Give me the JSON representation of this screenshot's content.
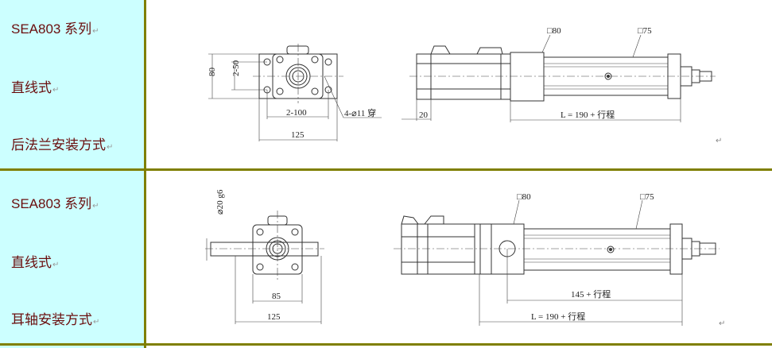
{
  "rows": [
    {
      "series": "SEA803 系列",
      "type": "直线式",
      "mount": "后法兰安装方式",
      "dims": {
        "height": "80",
        "hole_spacing_v": "2-50",
        "hole_spacing_h": "2-100",
        "width": "125",
        "holes": "4-⌀11 穿",
        "square_motor": "□80",
        "square_tube": "□75",
        "offset": "20",
        "length": "L = 190 + 行程"
      }
    },
    {
      "series": "SEA803 系列",
      "type": "直线式",
      "mount": "耳轴安装方式",
      "dims": {
        "shaft": "⌀20 g6",
        "inner_width": "85",
        "width": "125",
        "square_motor": "□80",
        "square_tube": "□75",
        "pivot_length": "145 + 行程",
        "length": "L = 190 + 行程"
      }
    }
  ],
  "paragraph_mark": "↵",
  "colors": {
    "label_bg": "#ccffff",
    "border": "#7f7f00",
    "label_text": "#6a0d0d"
  }
}
